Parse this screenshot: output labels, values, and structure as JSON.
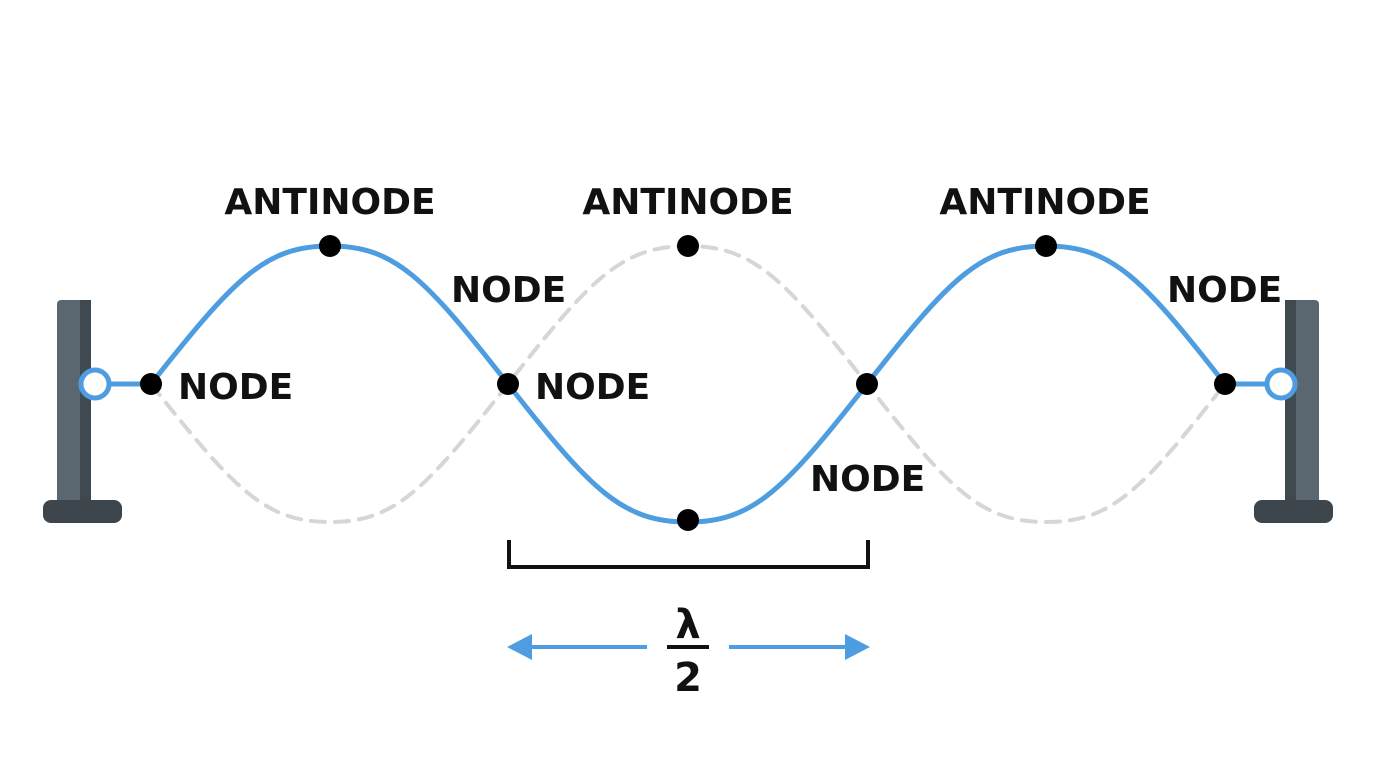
{
  "labels": {
    "antinode_1": "ANTINODE",
    "antinode_2": "ANTINODE",
    "antinode_3": "ANTINODE",
    "node_1": "NODE",
    "node_2": "NODE",
    "node_3": "NODE",
    "node_4": "NODE",
    "node_5": "NODE"
  },
  "wavelength_fraction": {
    "numerator": "λ",
    "denominator": "2"
  },
  "colors": {
    "wave": "#4d9de0",
    "ghost_wave": "#d3d7da",
    "post": "#5b6770",
    "post_dark": "#3d464d",
    "dot": "#000000",
    "bracket": "#111111",
    "arrow": "#4d9de0"
  }
}
